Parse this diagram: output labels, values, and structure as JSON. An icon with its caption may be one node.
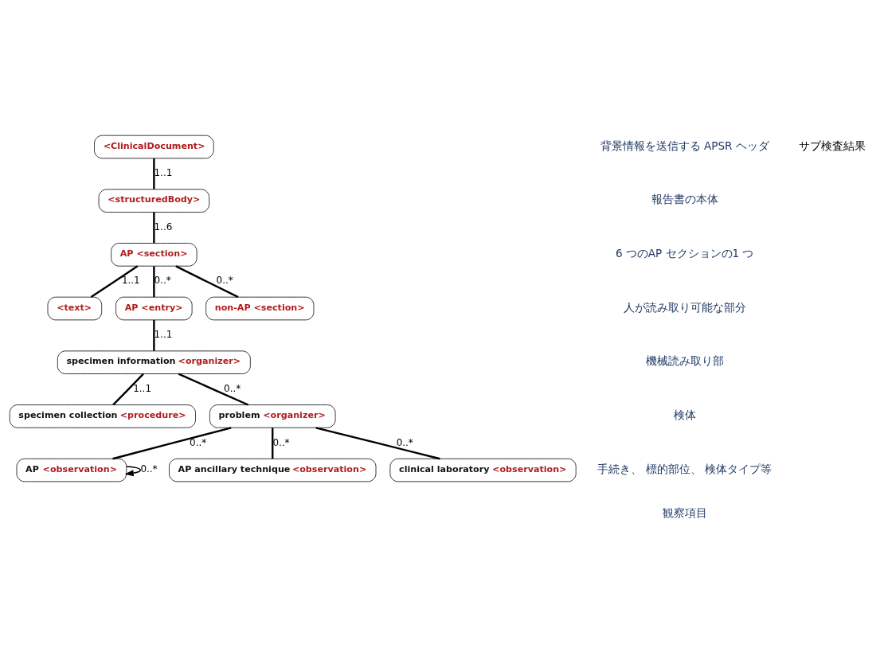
{
  "diagram": {
    "nodes": [
      {
        "text": [
          "<ClinicalDocument>"
        ]
      },
      {
        "text": [
          "<structuredBody>"
        ]
      },
      {
        "text": [
          "AP <section>"
        ]
      },
      {
        "text": [
          "<text>"
        ]
      },
      {
        "text": [
          "AP <entry>"
        ]
      },
      {
        "text": [
          "specimen information",
          "<organizer>"
        ]
      },
      {
        "text": [
          "specimen collection",
          "<procedure>"
        ]
      },
      {
        "text": [
          "problem",
          "<organizer>"
        ]
      },
      {
        "text": [
          "AP",
          "<observation>"
        ]
      },
      {
        "text": [
          "AP ancillary technique",
          "<observation>"
        ]
      },
      {
        "text": [
          "clinical laboratory",
          "<observation>"
        ]
      },
      {
        "text": [
          "non-AP <section>"
        ]
      }
    ],
    "edges": [
      {
        "from": 0,
        "to": 1,
        "arrow": "none",
        "label": "1..1"
      },
      {
        "from": 1,
        "to": 2,
        "arrow": "none",
        "label": "1..6"
      },
      {
        "from": 2,
        "to": 3,
        "arrow": "none",
        "label": "1..1"
      },
      {
        "from": 2,
        "to": 4,
        "arrow": "none",
        "label": "0..*"
      },
      {
        "from": 4,
        "to": 5,
        "arrow": "none",
        "label": "1..1"
      },
      {
        "from": 5,
        "to": 6,
        "arrow": "none",
        "label": "1..1"
      },
      {
        "from": 5,
        "to": 7,
        "arrow": "none",
        "label": "0..*"
      },
      {
        "from": 7,
        "to": 8,
        "arrow": "none",
        "label": "0..*"
      },
      {
        "from": 8,
        "to": 8,
        "arrow": "to",
        "label": "0..*"
      },
      {
        "from": 7,
        "to": 9,
        "arrow": "none",
        "label": "0..*"
      },
      {
        "from": 7,
        "to": 10,
        "arrow": "none",
        "label": "0..*"
      },
      {
        "from": 2,
        "to": 11,
        "arrow": "none",
        "label": "0..*"
      }
    ],
    "labels": [
      "背景情報を送信する APSR ヘッダ",
      "報告書の本体",
      "6 つのAP セクションの1 つ",
      "人が読み取り可能な部分",
      "機械読み取り部",
      "検体",
      "手続き、 標的部位、 検体タイプ等",
      "観察項目",
      "サブ検査結果"
    ]
  }
}
